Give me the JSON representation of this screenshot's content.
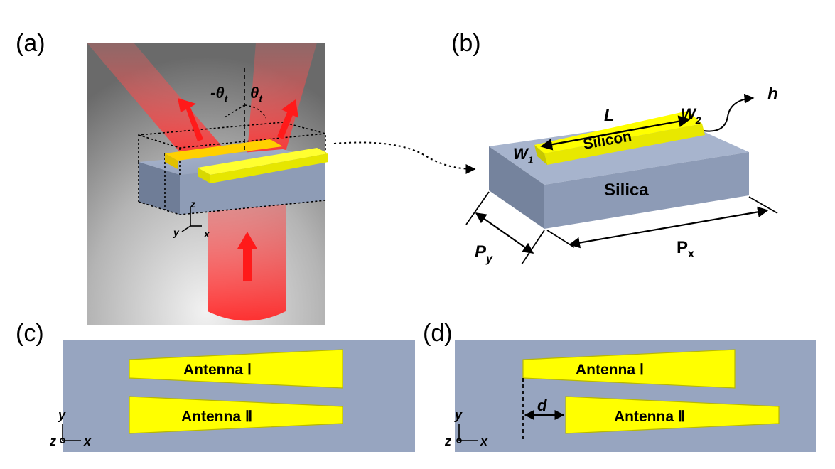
{
  "panels": {
    "a": {
      "label": "(a)"
    },
    "b": {
      "label": "(b)"
    },
    "c": {
      "label": "(c)"
    },
    "d": {
      "label": "(d)"
    }
  },
  "panel_a": {
    "angle_left": "-θ",
    "angle_right": "θ",
    "angle_sub": "t",
    "axis_z": "z",
    "axis_y": "y",
    "axis_x": "x"
  },
  "panel_b": {
    "length": "L",
    "width1": "W",
    "width1_sub": "1",
    "width2": "W",
    "width2_sub": "2",
    "height": "h",
    "antenna_material": "Silicon",
    "substrate_material": "Silica",
    "period_y": "P",
    "period_y_sub": "y",
    "period_x": "P",
    "period_x_sub": "x"
  },
  "panel_c": {
    "antenna1": "Antenna Ⅰ",
    "antenna2": "Antenna Ⅱ",
    "axis_y": "y",
    "axis_z": "z",
    "axis_x": "x"
  },
  "panel_d": {
    "antenna1": "Antenna Ⅰ",
    "antenna2": "Antenna Ⅱ",
    "offset": "d",
    "axis_y": "y",
    "axis_z": "z",
    "axis_x": "x"
  },
  "colors": {
    "substrate": "#97a5c0",
    "antenna": "#ffff00",
    "antenna_edge": "#c8c800",
    "beam": "#ff2020",
    "background_dark": "#6a6a6a",
    "background_light": "#e8e8e8"
  }
}
